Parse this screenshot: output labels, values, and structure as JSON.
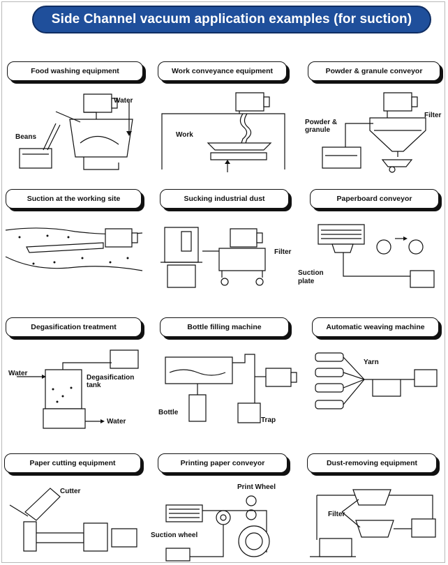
{
  "title": "Side Channel vacuum application examples (for suction)",
  "panels": [
    {
      "label": "Food washing equipment",
      "captions": [
        "Water",
        "Beans"
      ]
    },
    {
      "label": "Work conveyance equipment",
      "captions": [
        "Work"
      ]
    },
    {
      "label": "Powder & granule conveyor",
      "captions": [
        "Filter",
        "Powder &",
        "granule"
      ]
    },
    {
      "label": "Suction at the working site",
      "captions": []
    },
    {
      "label": "Sucking industrial dust",
      "captions": [
        "Filter"
      ]
    },
    {
      "label": "Paperboard conveyor",
      "captions": [
        "Suction",
        "plate"
      ]
    },
    {
      "label": "Degasification treatment",
      "captions": [
        "Water",
        "Degasification",
        "tank",
        "Water"
      ]
    },
    {
      "label": "Bottle filling machine",
      "captions": [
        "Bottle",
        "Trap"
      ]
    },
    {
      "label": "Automatic weaving machine",
      "captions": [
        "Yarn"
      ]
    },
    {
      "label": "Paper cutting equipment",
      "captions": [
        "Cutter"
      ]
    },
    {
      "label": "Printing paper conveyor",
      "captions": [
        "Print Wheel",
        "Suction wheel"
      ]
    },
    {
      "label": "Dust-removing equipment",
      "captions": [
        "Filter"
      ]
    }
  ]
}
